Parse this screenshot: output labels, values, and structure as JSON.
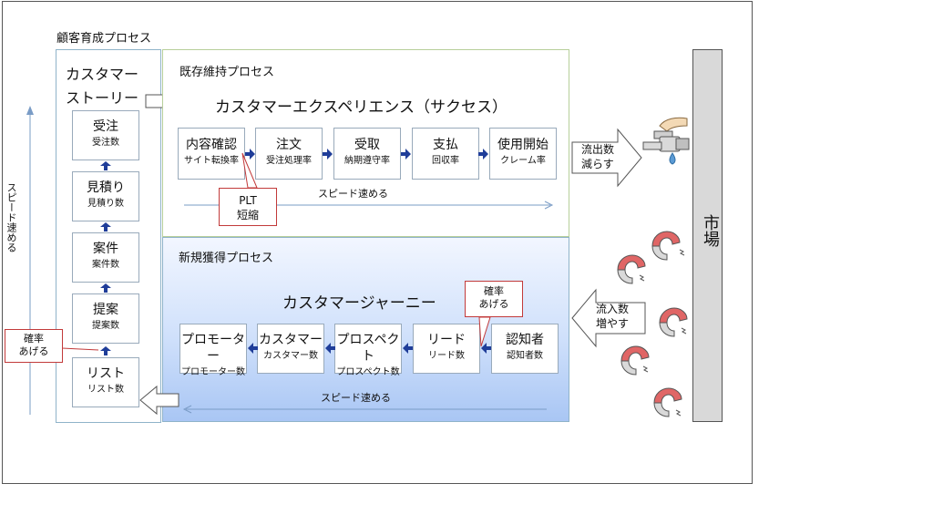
{
  "title": "顧客育成プロセス",
  "left_axis_label": "スピード速める",
  "story": {
    "title_line1": "カスタマー",
    "title_line2": "ストーリー",
    "steps": [
      {
        "label": "受注",
        "metric": "受注数"
      },
      {
        "label": "見積り",
        "metric": "見積り数"
      },
      {
        "label": "案件",
        "metric": "案件数"
      },
      {
        "label": "提案",
        "metric": "提案数"
      },
      {
        "label": "リスト",
        "metric": "リスト数"
      }
    ],
    "callout_line1": "確率",
    "callout_line2": "あげる"
  },
  "retain": {
    "title": "既存維持プロセス",
    "heading": "カスタマーエクスペリエンス（サクセス）",
    "steps": [
      {
        "label": "内容確認",
        "metric": "サイト転換率"
      },
      {
        "label": "注文",
        "metric": "受注処理率"
      },
      {
        "label": "受取",
        "metric": "納期遵守率"
      },
      {
        "label": "支払",
        "metric": "回収率"
      },
      {
        "label": "使用開始",
        "metric": "クレーム率"
      }
    ],
    "callout_line1": "PLT",
    "callout_line2": "短縮",
    "speed_label": "スピード速める",
    "out_label_line1": "流出数",
    "out_label_line2": "減らす"
  },
  "acquire": {
    "title": "新規獲得プロセス",
    "heading": "カスタマージャーニー",
    "steps": [
      {
        "label": "プロモーター",
        "metric": "プロモーター数"
      },
      {
        "label": "カスタマー",
        "metric": "カスタマー数"
      },
      {
        "label": "プロスペクト",
        "metric": "プロスペクト数"
      },
      {
        "label": "リード",
        "metric": "リード数"
      },
      {
        "label": "認知者",
        "metric": "認知者数"
      }
    ],
    "callout_line1": "確率",
    "callout_line2": "あげる",
    "speed_label": "スピード速める",
    "in_label_line1": "流入数",
    "in_label_line2": "増やす"
  },
  "market_label": "市場"
}
